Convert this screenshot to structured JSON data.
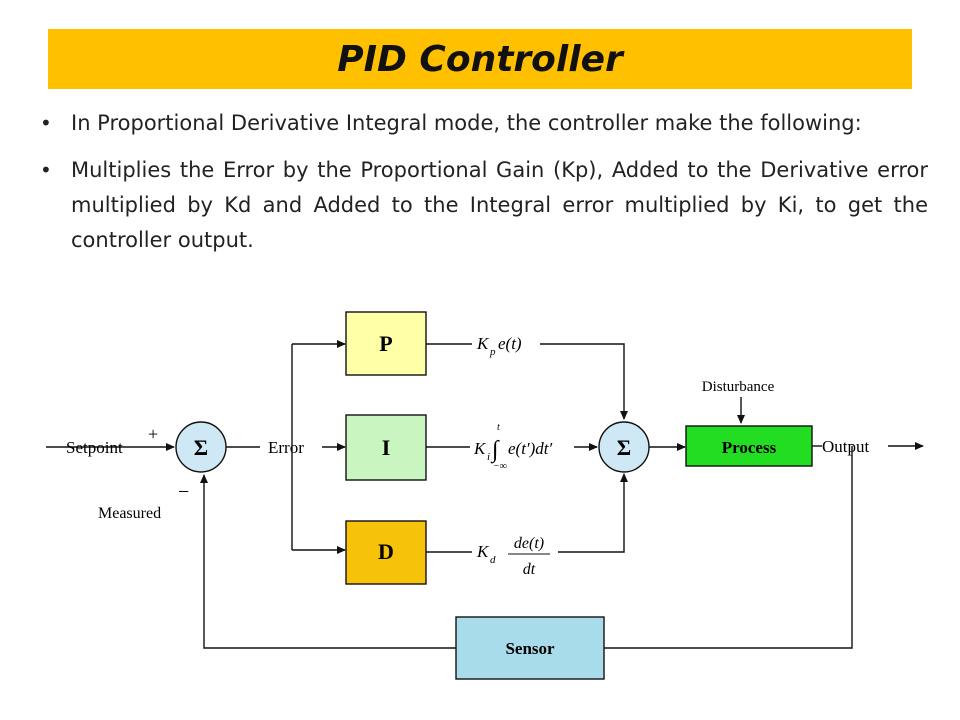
{
  "slide": {
    "title": "PID Controller",
    "bullets": [
      "In Proportional Derivative Integral mode, the controller make the following:",
      "Multiplies the Error by the Proportional Gain (Kp), Added to the Derivative error multiplied by Kd and Added to the Integral error multiplied by Ki, to get the controller output."
    ]
  },
  "diagram": {
    "setpoint": "Setpoint",
    "plus": "+",
    "minus": "−",
    "measured": "Measured",
    "sum_symbol": "Σ",
    "error": "Error",
    "p_block": "P",
    "i_block": "I",
    "d_block": "D",
    "p_term": "K",
    "p_sub": "p",
    "p_expr": "e(t)",
    "i_term": "K",
    "i_sub": "i",
    "i_upper": "t",
    "i_lower": "−∞",
    "i_expr": "e(t′)dt′",
    "d_term": "K",
    "d_sub": "d",
    "d_num": "de(t)",
    "d_den": "dt",
    "disturbance": "Disturbance",
    "process": "Process",
    "output": "Output",
    "sensor": "Sensor",
    "colors": {
      "title_bar": "#ffc000",
      "p_block": "#ffffa8",
      "i_block": "#c8f5c0",
      "d_block": "#f7c20a",
      "process_block": "#22dd22",
      "sensor_block": "#a8dcea",
      "sum_node": "#cfe8f6"
    }
  }
}
